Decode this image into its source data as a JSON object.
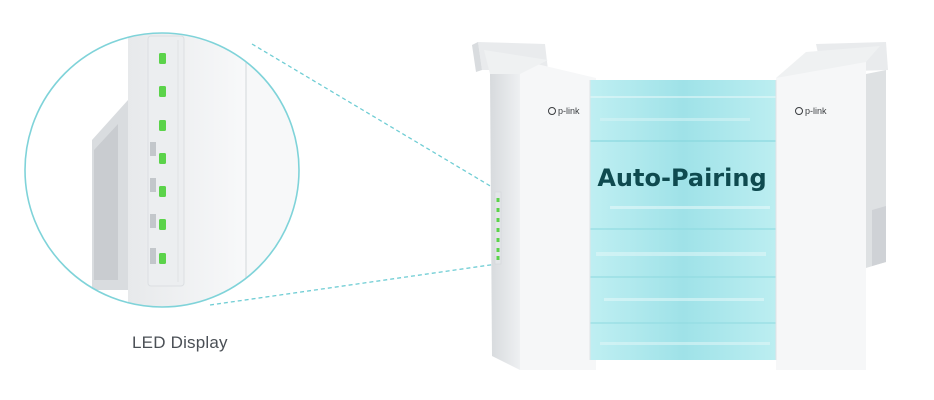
{
  "caption": "LED Display",
  "headline": "Auto-Pairing",
  "brand_logo": "p-link",
  "colors": {
    "accent_teal": "#5cc8cf",
    "led_green": "#5bd34a",
    "headline_text": "#0f4a4f",
    "device_white": "#f3f4f5"
  },
  "icons": {
    "brand_mark": "tp-link-logo-icon"
  }
}
